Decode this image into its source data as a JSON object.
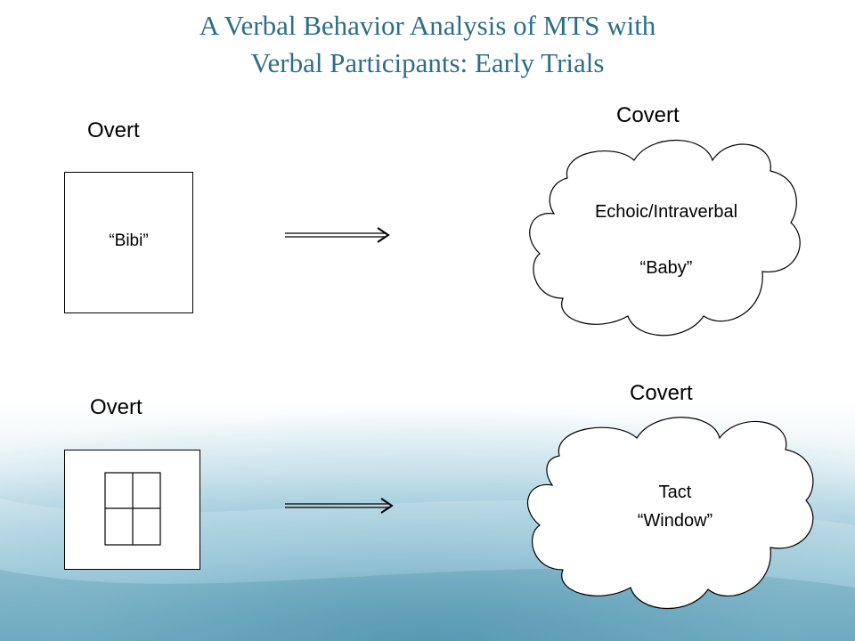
{
  "slide": {
    "title_line1": "A Verbal Behavior Analysis of MTS with",
    "title_line2": "Verbal Participants: Early Trials"
  },
  "row1": {
    "left_label": "Overt",
    "box_text": "“Bibi”",
    "right_label": "Covert",
    "cloud_line1": "Echoic/Intraverbal",
    "cloud_line2": "“Baby”"
  },
  "row2": {
    "left_label": "Overt",
    "right_label": "Covert",
    "cloud_line1": "Tact",
    "cloud_line2": "“Window”"
  },
  "colors": {
    "title": "#2d6e86",
    "background_bottom": "#5ea3bd"
  }
}
